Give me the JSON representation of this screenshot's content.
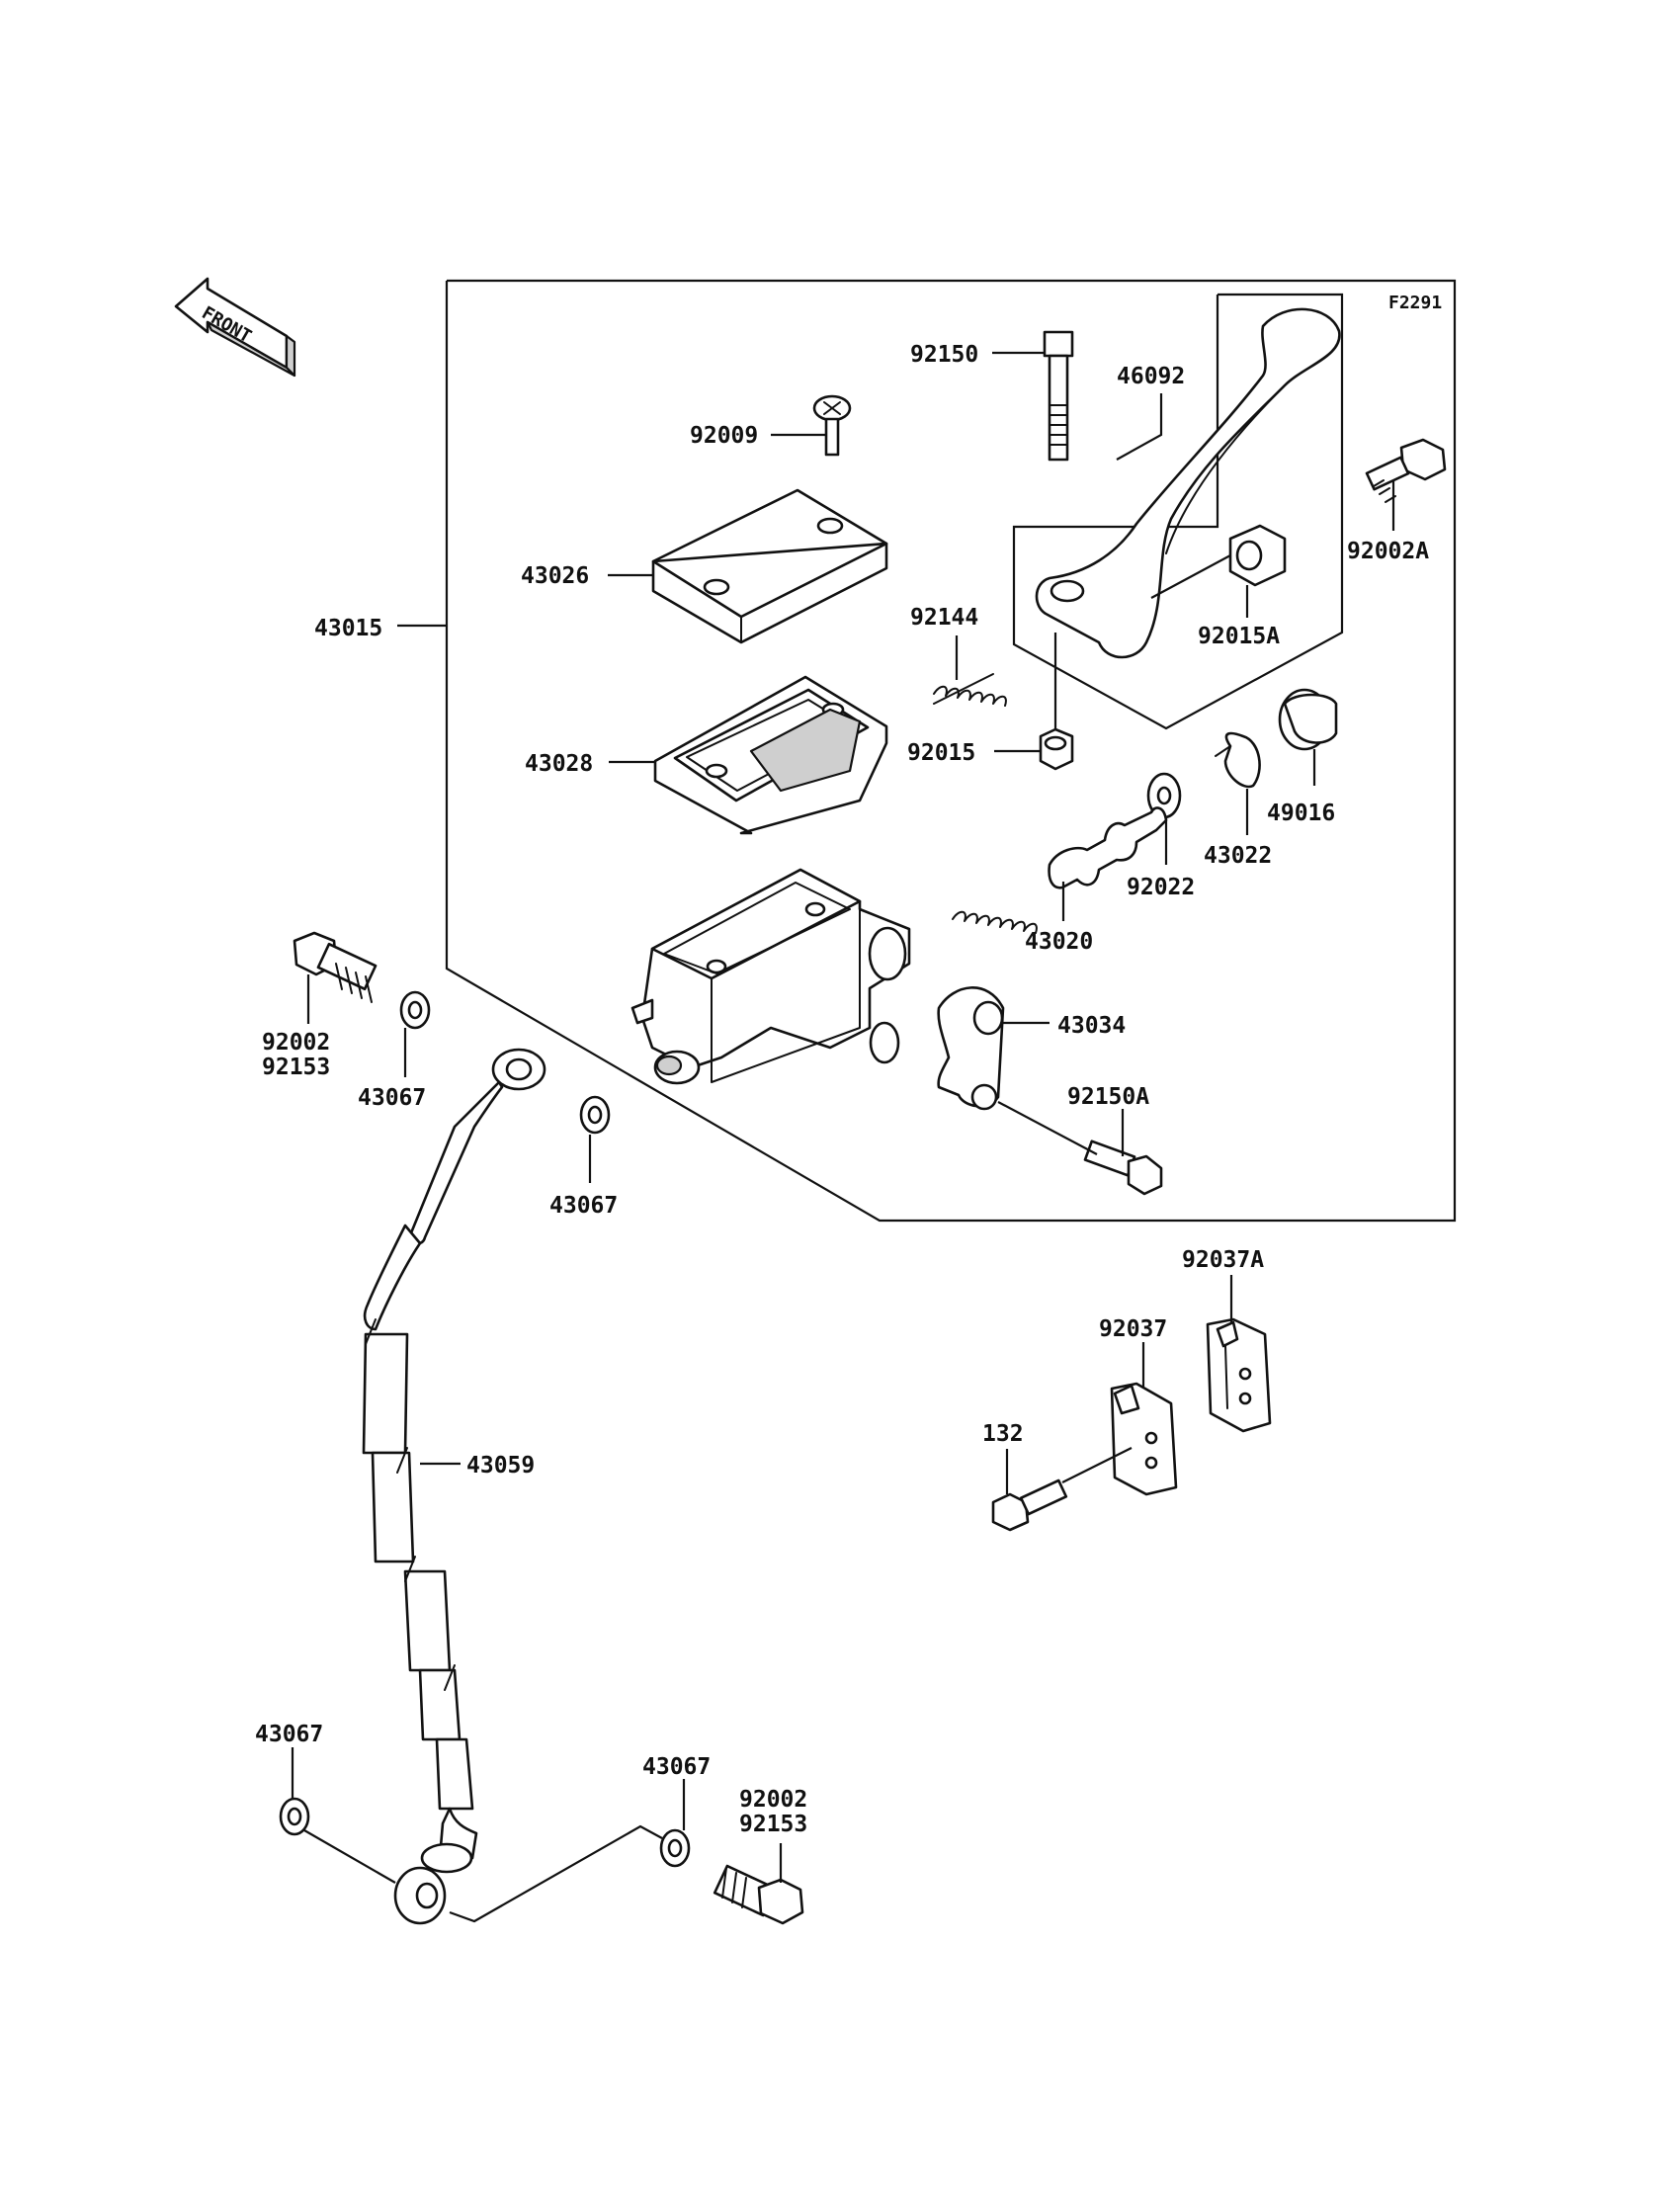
{
  "figure_code": "F2291",
  "front_label": "FRONT",
  "labels": {
    "p43015": "43015",
    "p92150": "92150",
    "p46092": "46092",
    "p92009": "92009",
    "p92002A": "92002A",
    "p43026": "43026",
    "p92144": "92144",
    "p92015A": "92015A",
    "p43028": "43028",
    "p92015": "92015",
    "p49016": "49016",
    "p43022": "43022",
    "p92022": "92022",
    "p43020": "43020",
    "p43034": "43034",
    "p92150A": "92150A",
    "p92002_top": "92002",
    "p92153_top": "92153",
    "p43067_a": "43067",
    "p43067_b": "43067",
    "p92037A": "92037A",
    "p92037": "92037",
    "p132": "132",
    "p43059": "43059",
    "p43067_c": "43067",
    "p43067_d": "43067",
    "p92002_bot": "92002",
    "p92153_bot": "92153"
  }
}
